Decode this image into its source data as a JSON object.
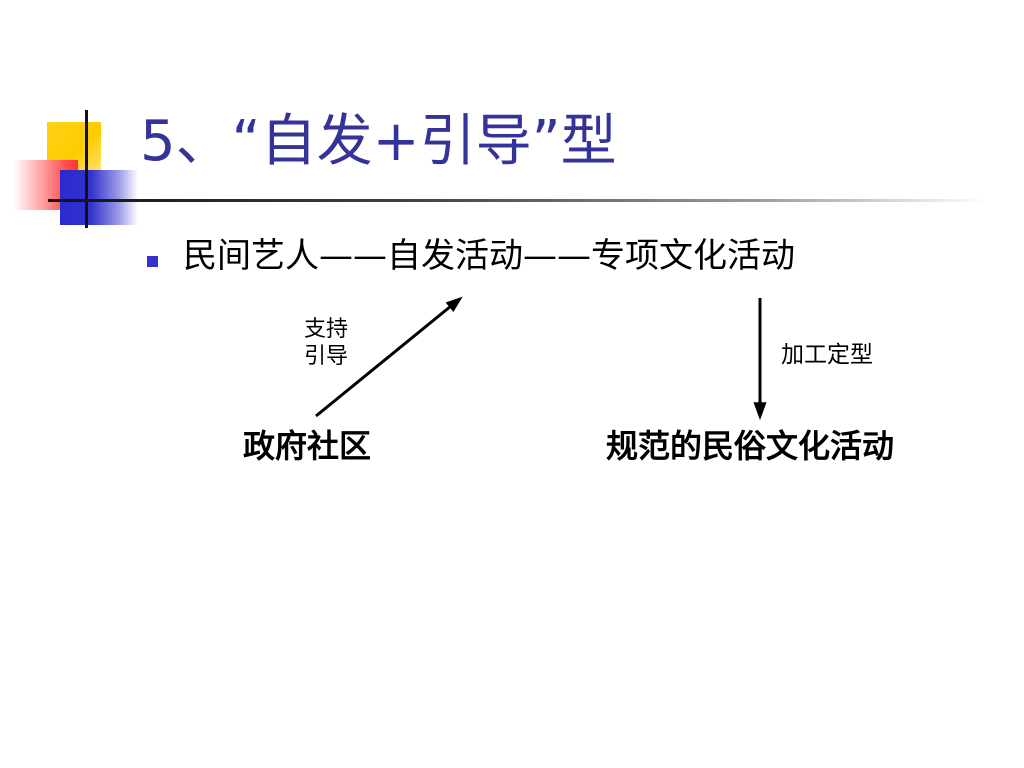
{
  "slide": {
    "title": "5、“自发+引导”型",
    "bullet": "民间艺人——自发活动——专项文化活动"
  },
  "diagram": {
    "support_label_line1": "支持",
    "support_label_line2": "引导",
    "process_label": "加工定型",
    "left_node": "政府社区",
    "right_node": "规范的民俗文化活动"
  },
  "colors": {
    "title": "#333399",
    "bullet_marker": "#3333cc",
    "decoration_yellow": "#ffcc00",
    "decoration_red": "#ff3333",
    "decoration_blue": "#3333cc",
    "text": "#000000"
  }
}
